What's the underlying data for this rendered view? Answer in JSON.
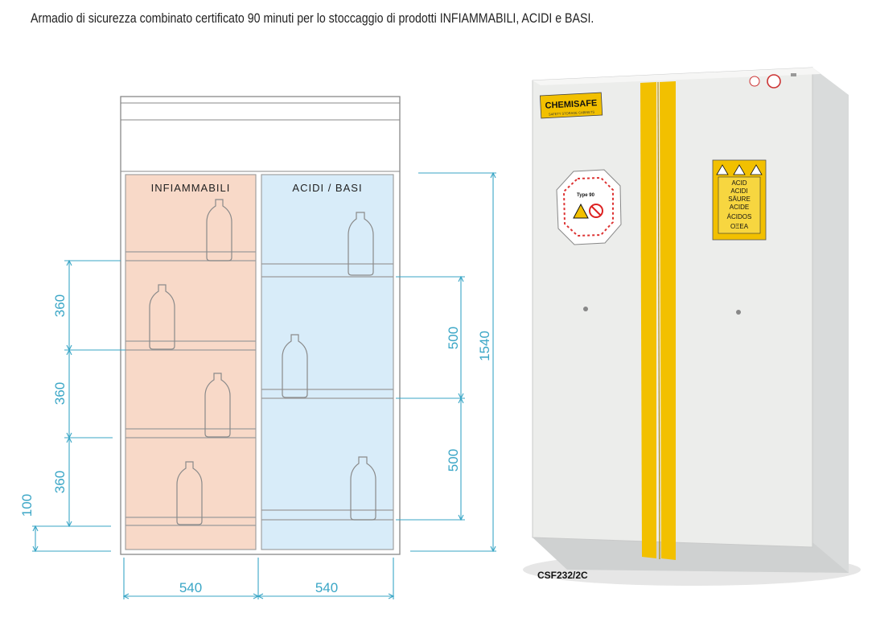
{
  "caption": "Armadio di sicurezza combinato certificato 90 minuti per lo stoccaggio di prodotti INFIAMMABILI, ACIDI e BASI.",
  "diagram": {
    "zones": [
      {
        "label": "INFIAMMABILI",
        "color": "#f8d9c8"
      },
      {
        "label": "ACIDI / BASI",
        "color": "#d8ecf9"
      }
    ],
    "dimensions": {
      "left_heights": [
        "360",
        "360",
        "360",
        "100"
      ],
      "right_heights": [
        "500",
        "500"
      ],
      "total_height": "1540",
      "widths": [
        "540",
        "540"
      ]
    },
    "line_color": "#3aa6c6"
  },
  "product": {
    "brand_label": "CHEMISAFE",
    "brand_sub": "SAFETY STORAGE CABINETS",
    "fire_label_type": "Type 90",
    "chem_label_lines": [
      "ACID",
      "ACIDI",
      "SÄURE",
      "ACIDE",
      "ÁCIDOS",
      "ΟΞΕΑ"
    ],
    "model": "CSF232/2C",
    "accent_color": "#f2c000"
  }
}
